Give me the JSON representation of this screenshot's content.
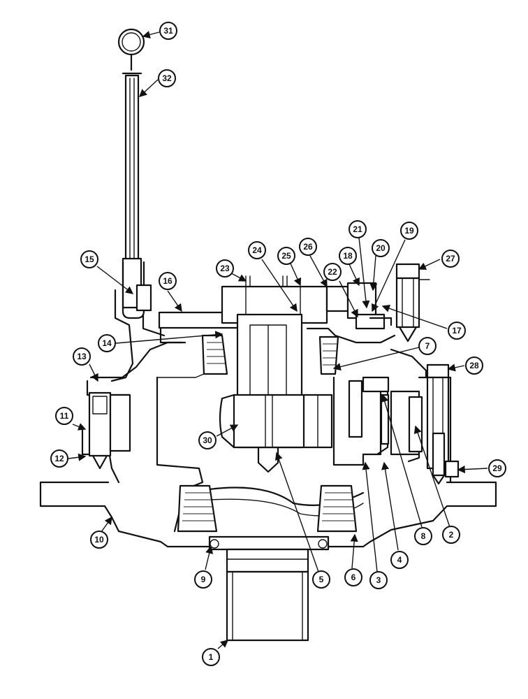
{
  "callouts": [
    {
      "num": "1"
    },
    {
      "num": "2"
    },
    {
      "num": "3"
    },
    {
      "num": "4"
    },
    {
      "num": "5"
    },
    {
      "num": "6"
    },
    {
      "num": "7"
    },
    {
      "num": "8"
    },
    {
      "num": "9"
    },
    {
      "num": "10"
    },
    {
      "num": "11"
    },
    {
      "num": "12"
    },
    {
      "num": "13"
    },
    {
      "num": "14"
    },
    {
      "num": "15"
    },
    {
      "num": "16"
    },
    {
      "num": "17"
    },
    {
      "num": "18"
    },
    {
      "num": "19"
    },
    {
      "num": "20"
    },
    {
      "num": "21"
    },
    {
      "num": "22"
    },
    {
      "num": "23"
    },
    {
      "num": "24"
    },
    {
      "num": "25"
    },
    {
      "num": "26"
    },
    {
      "num": "27"
    },
    {
      "num": "28"
    },
    {
      "num": "29"
    },
    {
      "num": "30"
    },
    {
      "num": "31"
    },
    {
      "num": "32"
    }
  ]
}
